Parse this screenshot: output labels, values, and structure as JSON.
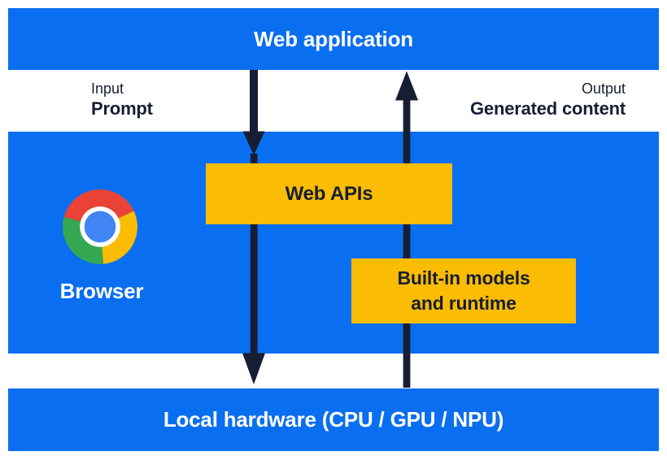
{
  "colors": {
    "blue": "#0a6ef0",
    "box_yellow": "#fbbc04",
    "ink": "#171e33",
    "chrome_red": "#ea4335",
    "chrome_yellow": "#fbbc04",
    "chrome_green": "#34a853",
    "chrome_blue": "#4285f4"
  },
  "top_bar": {
    "label": "Web application"
  },
  "io_labels": {
    "input_caption": "Input",
    "input_value": "Prompt",
    "output_caption": "Output",
    "output_value": "Generated content"
  },
  "browser_section": {
    "browser_label": "Browser",
    "web_apis_label": "Web APIs",
    "builtin_line1": "Built-in models",
    "builtin_line2": "and runtime"
  },
  "bottom_bar": {
    "label": "Local hardware (CPU / GPU / NPU)"
  }
}
